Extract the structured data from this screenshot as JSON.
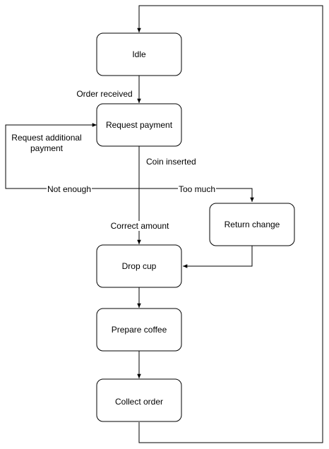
{
  "diagram": {
    "nodes": {
      "idle": "Idle",
      "request_payment": "Request payment",
      "return_change": "Return change",
      "drop_cup": "Drop cup",
      "prepare_coffee": "Prepare coffee",
      "collect_order": "Collect order"
    },
    "edge_labels": {
      "order_received": "Order received",
      "coin_inserted": "Coin inserted",
      "request_additional_line1": "Request additional",
      "request_additional_line2": "payment",
      "not_enough": "Not enough",
      "too_much": "Too much",
      "correct_amount": "Correct amount"
    }
  }
}
